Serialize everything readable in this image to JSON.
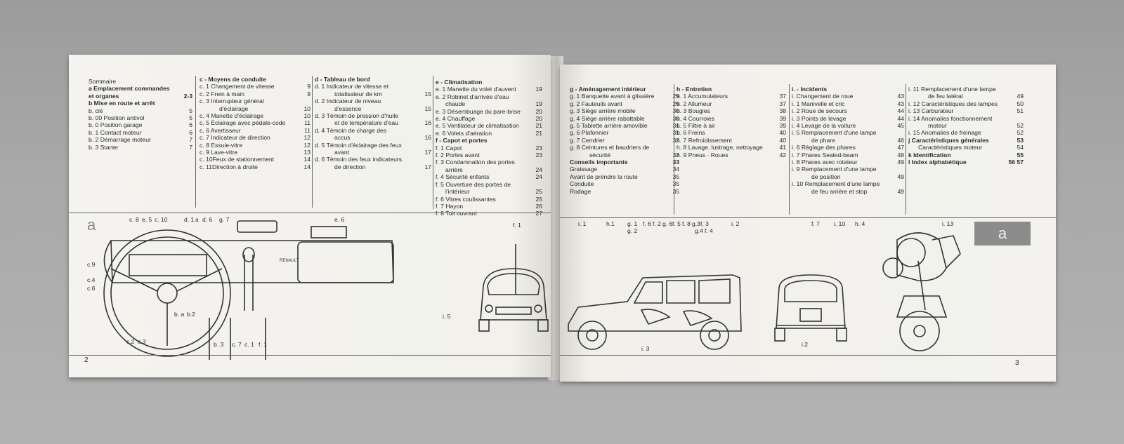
{
  "left": {
    "col1": [
      {
        "t": "Sommaire",
        "n": "",
        "cls": ""
      },
      {
        "t": "a Emplacement commandes",
        "n": "",
        "cls": "h"
      },
      {
        "t": "   et organes",
        "n": "2-3",
        "cls": "h"
      },
      {
        "t": "b Mise en route et arrêt",
        "n": "",
        "cls": "h"
      },
      {
        "t": "b.      clé",
        "n": "5",
        "cls": ""
      },
      {
        "t": "b. 00 Position antivol",
        "n": "5",
        "cls": ""
      },
      {
        "t": "b. 0  Position garage",
        "n": "6",
        "cls": ""
      },
      {
        "t": "b. 1  Contact moteur",
        "n": "6",
        "cls": ""
      },
      {
        "t": "b. 2  Démarrage moteur",
        "n": "7",
        "cls": ""
      },
      {
        "t": "b. 3  Starter",
        "n": "7",
        "cls": ""
      }
    ],
    "col2": [
      {
        "t": "c  -  Moyens de conduite",
        "n": "",
        "cls": "h"
      },
      {
        "t": "c. 1  Changement de vitesse",
        "n": "9",
        "cls": ""
      },
      {
        "t": "c. 2  Frein à main",
        "n": "9",
        "cls": ""
      },
      {
        "t": "c. 3  Interrupteur général",
        "n": "",
        "cls": ""
      },
      {
        "t": "d'éclairage",
        "n": "10",
        "cls": "i2"
      },
      {
        "t": "c. 4  Manette d'éclairage",
        "n": "10",
        "cls": ""
      },
      {
        "t": "c. 5  Éclairage avec pédale-code",
        "n": "11",
        "cls": ""
      },
      {
        "t": "c. 6  Avertisseur",
        "n": "11",
        "cls": ""
      },
      {
        "t": "c. 7  Indicateur de direction",
        "n": "12",
        "cls": ""
      },
      {
        "t": "c. 8  Essuie-vitre",
        "n": "12",
        "cls": ""
      },
      {
        "t": "c. 9  Lave-vitre",
        "n": "13",
        "cls": ""
      },
      {
        "t": "c. 10Feux de stationnement",
        "n": "14",
        "cls": ""
      },
      {
        "t": "c. 11Direction à droite",
        "n": "14",
        "cls": ""
      }
    ],
    "col3": [
      {
        "t": "d  -  Tableau de bord",
        "n": "",
        "cls": "h"
      },
      {
        "t": "d. 1  Indicateur de vitesse et",
        "n": "",
        "cls": ""
      },
      {
        "t": "totalisateur de km",
        "n": "15",
        "cls": "i2"
      },
      {
        "t": "d. 2  Indicateur de niveau",
        "n": "",
        "cls": ""
      },
      {
        "t": "d'essence",
        "n": "15",
        "cls": "i2"
      },
      {
        "t": "d. 3  Témoin de pression d'huile",
        "n": "",
        "cls": ""
      },
      {
        "t": "et de température d'eau",
        "n": "16",
        "cls": "i2"
      },
      {
        "t": "d. 4  Témoin de charge des",
        "n": "",
        "cls": ""
      },
      {
        "t": "accus",
        "n": "16",
        "cls": "i2"
      },
      {
        "t": "d. 5  Témoin d'éclairage des feux",
        "n": "",
        "cls": ""
      },
      {
        "t": "avant",
        "n": "17",
        "cls": "i2"
      },
      {
        "t": "d. 6  Témoin des feux indicateurs",
        "n": "",
        "cls": ""
      },
      {
        "t": "de direction",
        "n": "17",
        "cls": "i2"
      }
    ],
    "col4": [
      {
        "t": "e  -  Climatisation",
        "n": "",
        "cls": "h"
      },
      {
        "t": "e. 1  Manette du volet d'auvent",
        "n": "19",
        "cls": ""
      },
      {
        "t": "e. 2  Robinet d'arrivée d'eau",
        "n": "",
        "cls": ""
      },
      {
        "t": "chaude",
        "n": "19",
        "cls": "i1"
      },
      {
        "t": "e. 3  Désembuage du pare-brise",
        "n": "20",
        "cls": ""
      },
      {
        "t": "e. 4  Chauffage",
        "n": "20",
        "cls": ""
      },
      {
        "t": "e. 5  Ventilateur de climatisation",
        "n": "21",
        "cls": ""
      },
      {
        "t": "e. 6  Volets d'aération",
        "n": "21",
        "cls": ""
      },
      {
        "t": "f  -  Capot et portes",
        "n": "",
        "cls": "h"
      },
      {
        "t": "f. 1  Capot",
        "n": "23",
        "cls": ""
      },
      {
        "t": "f. 2  Portes avant",
        "n": "23",
        "cls": ""
      },
      {
        "t": "f. 3  Condamnation des portes",
        "n": "",
        "cls": ""
      },
      {
        "t": "arrière",
        "n": "24",
        "cls": "i1"
      },
      {
        "t": "f. 4  Sécurité enfants",
        "n": "24",
        "cls": ""
      },
      {
        "t": "f. 5  Ouverture des portes de",
        "n": "",
        "cls": ""
      },
      {
        "t": "l'intérieur",
        "n": "25",
        "cls": "i1"
      },
      {
        "t": "f. 6  Vitres coulissantes",
        "n": "25",
        "cls": ""
      },
      {
        "t": "f. 7  Hayon",
        "n": "26",
        "cls": ""
      },
      {
        "t": "f. 8  Toit ouvrant",
        "n": "27",
        "cls": ""
      }
    ],
    "tab": "a",
    "page_number": "2",
    "dash_labels": {
      "c8": "c. 8",
      "e5": "e. 5",
      "c10": "c. 10",
      "d1": "d. 1",
      "ad": "a",
      "d6": "d. 6",
      "g7": "g. 7",
      "e6": "e. 6",
      "c9": "c.9",
      "c4": "c.4",
      "c6": "c.6",
      "ba": "b. a",
      "b2": "b.2",
      "c2": "c.2",
      "c3": "c.3",
      "b3": "b. 3",
      "c7": "c. 7",
      "c1": "c. 1",
      "f1b": "f. 1",
      "f1": "f. 1",
      "i5": "i. 5",
      "brand": "RENAULT"
    }
  },
  "right": {
    "col1": [
      {
        "t": "g  -  Aménagement intérieur",
        "n": "",
        "cls": "h"
      },
      {
        "t": "g. 1  Banquette avant à glissière",
        "n": "29",
        "cls": ""
      },
      {
        "t": "g. 2  Fauteuils avant",
        "n": "29",
        "cls": ""
      },
      {
        "t": "g. 3  Siège arrière mobile",
        "n": "30",
        "cls": ""
      },
      {
        "t": "g. 4  Siège arrière rabattable",
        "n": "30",
        "cls": ""
      },
      {
        "t": "g. 5  Tablette arrière amovible",
        "n": "31",
        "cls": ""
      },
      {
        "t": "g. 6  Plafonnier",
        "n": "31",
        "cls": ""
      },
      {
        "t": "g. 7  Cendrier",
        "n": "32",
        "cls": ""
      },
      {
        "t": "g. 8  Ceintures et baudriers de",
        "n": "",
        "cls": ""
      },
      {
        "t": "sécurité",
        "n": "32",
        "cls": "i2"
      },
      {
        "t": "Conseils importants",
        "n": "33",
        "cls": "h"
      },
      {
        "t": "Graissage",
        "n": "34",
        "cls": ""
      },
      {
        "t": "Avant de prendre la route",
        "n": "35",
        "cls": ""
      },
      {
        "t": "Conduite",
        "n": "35",
        "cls": ""
      },
      {
        "t": "Rodage",
        "n": "35",
        "cls": ""
      }
    ],
    "col2": [
      {
        "t": "h  -  Entretien",
        "n": "",
        "cls": "h"
      },
      {
        "t": "h. 1  Accumulateurs",
        "n": "37",
        "cls": ""
      },
      {
        "t": "h. 2  Allumeur",
        "n": "37",
        "cls": ""
      },
      {
        "t": "h. 3  Bougies",
        "n": "38",
        "cls": ""
      },
      {
        "t": "h. 4  Courroies",
        "n": "39",
        "cls": ""
      },
      {
        "t": "h. 5  Filtre à air",
        "n": "39",
        "cls": ""
      },
      {
        "t": "h. 6  Freins",
        "n": "40",
        "cls": ""
      },
      {
        "t": "h. 7  Refroidissement",
        "n": "40",
        "cls": ""
      },
      {
        "t": "h. 8  Lavage, lustrage, nettoyage",
        "n": "41",
        "cls": ""
      },
      {
        "t": "h. 9  Pneus · Roues",
        "n": "42",
        "cls": ""
      }
    ],
    "col3": [
      {
        "t": "i.  -  Incidents",
        "n": "",
        "cls": "h"
      },
      {
        "t": "i.     Changement de roue",
        "n": "43",
        "cls": ""
      },
      {
        "t": "i. 1  Manivelle et cric",
        "n": "43",
        "cls": ""
      },
      {
        "t": "i. 2  Roue de secours",
        "n": "44",
        "cls": ""
      },
      {
        "t": "i. 3  Points de levage",
        "n": "44",
        "cls": ""
      },
      {
        "t": "i. 4  Levage de la voiture",
        "n": "45",
        "cls": ""
      },
      {
        "t": "i. 5  Remplacement d'une lampe",
        "n": "",
        "cls": ""
      },
      {
        "t": "de phare",
        "n": "46",
        "cls": "i2"
      },
      {
        "t": "i. 6  Réglage des phares",
        "n": "47",
        "cls": ""
      },
      {
        "t": "i. 7  Phares Sealed-beam",
        "n": "48",
        "cls": ""
      },
      {
        "t": "i. 8  Phares avec rotateur",
        "n": "49",
        "cls": ""
      },
      {
        "t": "i. 9  Remplacement d'une lampe",
        "n": "",
        "cls": ""
      },
      {
        "t": "de position",
        "n": "49",
        "cls": "i2"
      },
      {
        "t": "i. 10  Remplacement d'une lampe",
        "n": "",
        "cls": ""
      },
      {
        "t": "de feu arrière et stop",
        "n": "49",
        "cls": "i2"
      }
    ],
    "col4": [
      {
        "t": "i. 11  Remplacement d'une lampe",
        "n": "",
        "cls": ""
      },
      {
        "t": "de feu latéral",
        "n": "49",
        "cls": "i2"
      },
      {
        "t": "i. 12  Caractéristiques des lampes",
        "n": "50",
        "cls": ""
      },
      {
        "t": "i. 13  Carburateur",
        "n": "51",
        "cls": ""
      },
      {
        "t": "i. 14  Anomalies fonctionnement",
        "n": "",
        "cls": ""
      },
      {
        "t": "moteur",
        "n": "52",
        "cls": "i2"
      },
      {
        "t": "i. 15  Anomalies de freinage",
        "n": "52",
        "cls": ""
      },
      {
        "t": "j  Caractéristiques générales",
        "n": "53",
        "cls": "h"
      },
      {
        "t": "Caractéristiques moteur",
        "n": "54",
        "cls": "i1"
      },
      {
        "t": "k  Identification",
        "n": "55",
        "cls": "h"
      },
      {
        "t": "l  Index alphabétique",
        "n": "56 57",
        "cls": "h"
      }
    ],
    "tab": "a",
    "page_number": "3",
    "car_labels": {
      "i1": "i. 1",
      "h1": "h.1",
      "g1": "g. 1",
      "g2": "g. 2",
      "f6": "f. 6",
      "f2": "f. 2",
      "g6": "g. 6",
      "f5": "f. 5",
      "f8": "f. 8",
      "g3": "g.3",
      "f3": "f. 3",
      "g4": "g.4",
      "f4": "f. 4",
      "i2top": "i. 2",
      "i3": "i. 3",
      "f7": "f. 7",
      "i10": "i. 10",
      "h4": "h. 4",
      "i13": "i. 13",
      "i2": "i.2"
    }
  }
}
